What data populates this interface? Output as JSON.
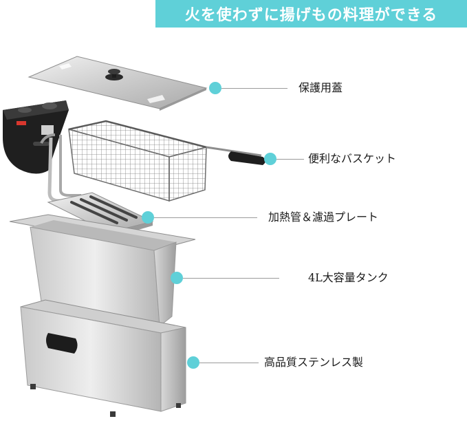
{
  "theme": {
    "accent": "#5fd0d8",
    "banner_text": "#ffffff",
    "leader_line": "#9a9a9a",
    "label_text": "#1a1a1a"
  },
  "banner": {
    "title": "火を使わずに揚げもの料理ができる"
  },
  "parts": [
    {
      "id": "lid",
      "label": "保護用蓋"
    },
    {
      "id": "basket",
      "label": "便利なバスケット"
    },
    {
      "id": "heater",
      "label": "加熱管＆濾過プレート"
    },
    {
      "id": "tank",
      "label": "4L大容量タンク"
    },
    {
      "id": "body",
      "label": "高品質ステンレス製"
    }
  ]
}
